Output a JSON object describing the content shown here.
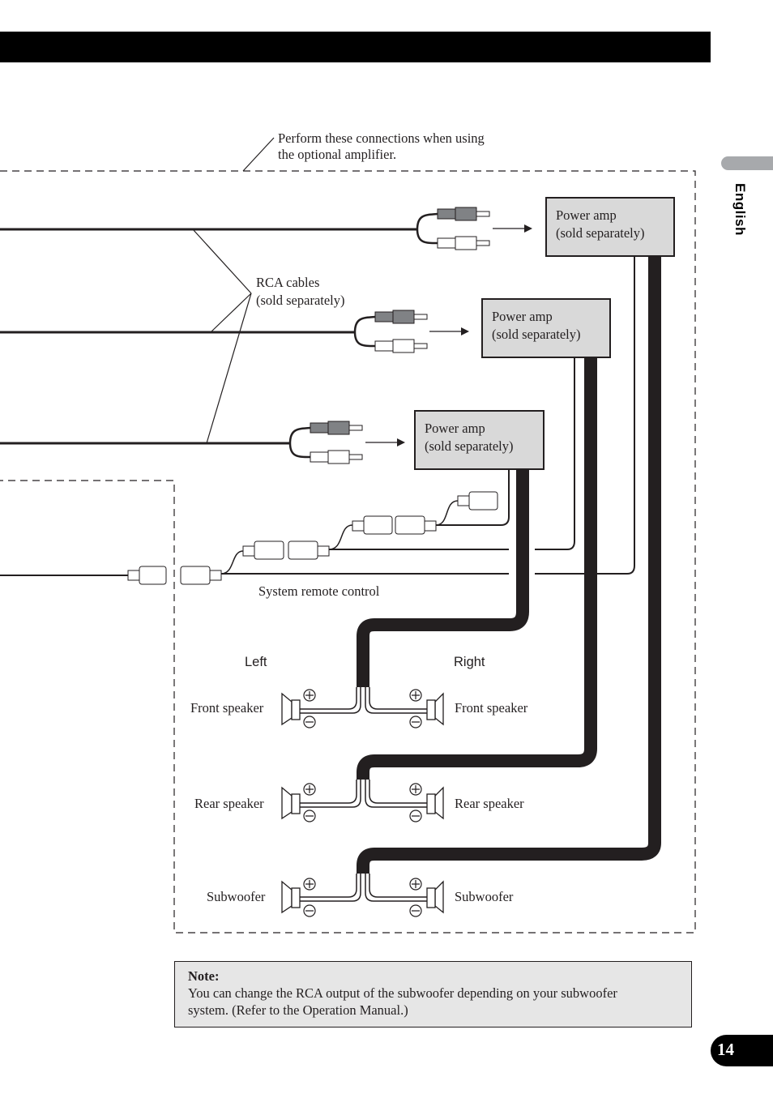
{
  "page": {
    "language_tab": "English",
    "page_number": "14"
  },
  "diagram": {
    "callout_optional_amp": [
      "Perform these connections when using",
      "the optional amplifier."
    ],
    "rca_label": [
      "RCA cables",
      "(sold separately)"
    ],
    "amplifiers": [
      {
        "line1": "Power amp",
        "line2": "(sold separately)"
      },
      {
        "line1": "Power amp",
        "line2": "(sold separately)"
      },
      {
        "line1": "Power amp",
        "line2": "(sold separately)"
      }
    ],
    "system_remote_label": "System remote control",
    "left_label": "Left",
    "right_label": "Right",
    "speakers": [
      {
        "left": "Front speaker",
        "right": "Front speaker"
      },
      {
        "left": "Rear speaker",
        "right": "Rear speaker"
      },
      {
        "left": "Subwoofer",
        "right": "Subwoofer"
      }
    ],
    "plus_symbol": "+",
    "minus_symbol": "−"
  },
  "note": {
    "title": "Note:",
    "line1": "You can change the RCA output of the subwoofer depending on your subwoofer",
    "line2": "system. (Refer to the Operation Manual.)"
  }
}
